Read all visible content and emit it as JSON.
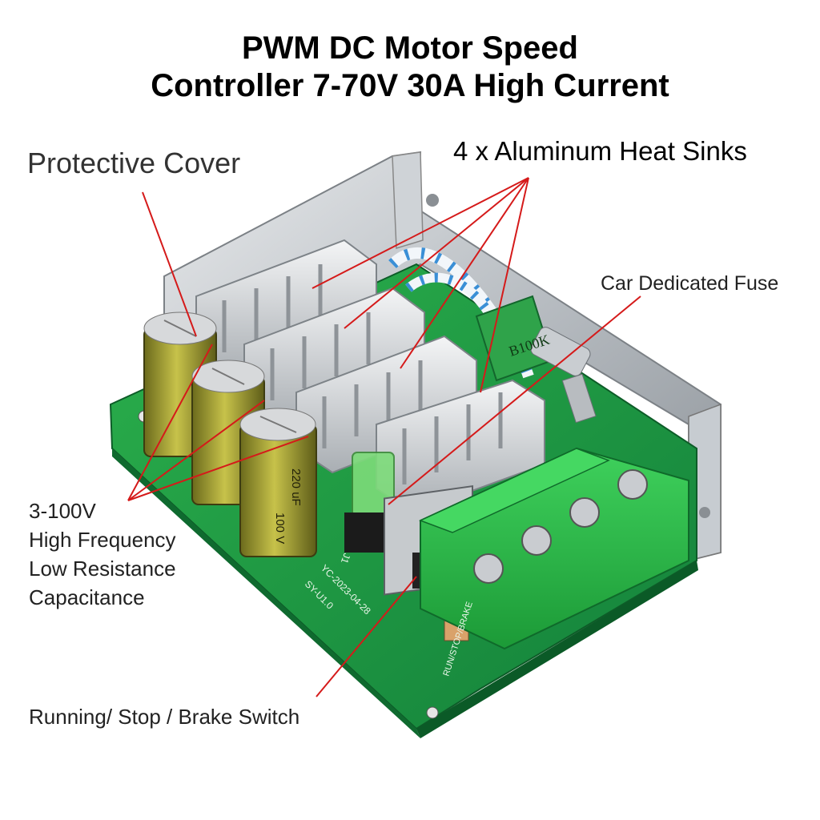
{
  "title": {
    "line1": "PWM DC Motor Speed",
    "line2": "Controller 7-70V 30A High Current"
  },
  "callouts": {
    "protective_cover": "Protective Cover",
    "heat_sinks": "4 x Aluminum Heat Sinks",
    "fuse": "Car Dedicated Fuse",
    "capacitance": [
      "3-100V",
      "High Frequency",
      "Low Resistance",
      "Capacitance"
    ],
    "switch": "Running/ Stop / Brake Switch"
  },
  "board_markings": {
    "potentiometer": "B100K",
    "capacitor_voltage": "100 V",
    "capacitor_rating": "220 uF",
    "connector": "J1",
    "version": "SY-U1.0",
    "date": "YC-2023-04-28",
    "switch_marking": "RUN/STOP/BRAKE"
  },
  "colors": {
    "pcb": "#1f9b3f",
    "terminal_block": "#2eb84a",
    "heatsink": "#d9dcdf",
    "callout_line": "#d51a1a",
    "capacitor_sleeve": "#9a9a2a"
  }
}
